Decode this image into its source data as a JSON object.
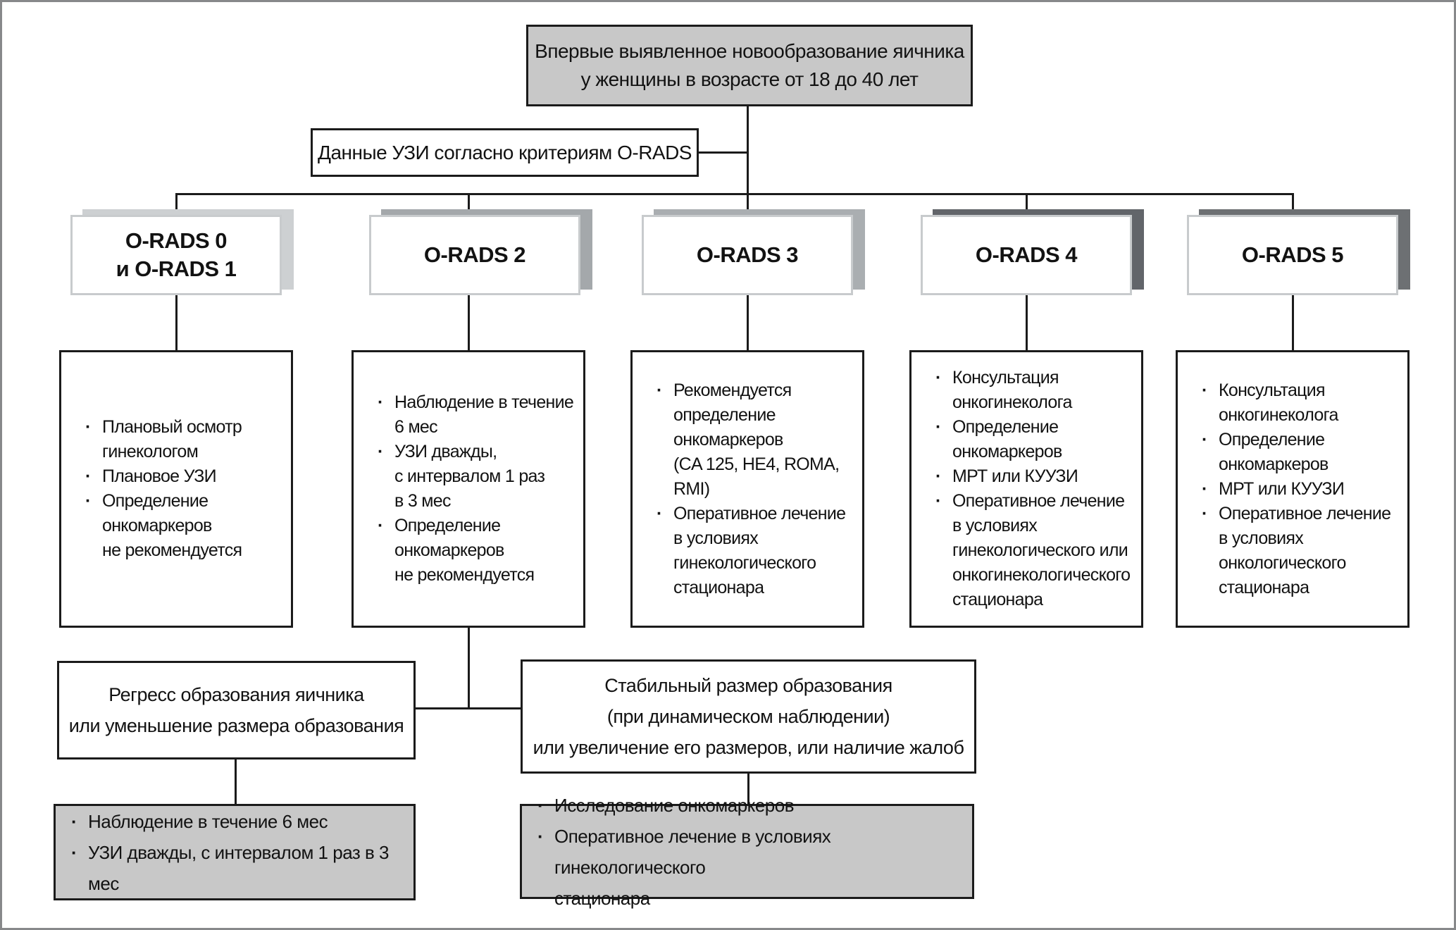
{
  "colors": {
    "box_gray_fill": "#c8c8c8",
    "line_black": "#1b1b1b",
    "header_border_gray": "#c8cbcd",
    "frame_gray": "#87888a"
  },
  "title_box": {
    "text": "Впервые выявленное новообразование яичника\nу женщины в возрасте от 18 до 40 лет"
  },
  "uzi_box": {
    "text": "Данные УЗИ согласно критериям O-RADS"
  },
  "columns": [
    {
      "header": "O-RADS 0\nи O-RADS 1",
      "shadow_color": "#cdd0d2",
      "items": [
        "Плановый осмотр\nгинекологом",
        "Плановое УЗИ",
        "Определение\nонкомаркеров\nне рекомендуется"
      ]
    },
    {
      "header": "O-RADS 2",
      "shadow_color": "#a4a8ab",
      "items": [
        "Наблюдение в течение\n6 мес",
        "УЗИ дважды,\nс интервалом 1 раз\nв 3 мес",
        "Определение\nонкомаркеров\nне рекомендуется"
      ]
    },
    {
      "header": "O-RADS 3",
      "shadow_color": "#aaaeb1",
      "items": [
        "Рекомендуется\nопределение\nонкомаркеров\n(CA 125, HE4, ROMA, RMI)",
        "Оперативное лечение\nв условиях\nгинекологического\nстационара"
      ]
    },
    {
      "header": "O-RADS 4",
      "shadow_color": "#62656a",
      "items": [
        "Консультация\nонкогинеколога",
        "Определение\nонкомаркеров",
        "МРТ или КУУЗИ",
        "Оперативное лечение\nв условиях\nгинекологического или\nонкогинекологического\nстационара"
      ]
    },
    {
      "header": "O-RADS 5",
      "shadow_color": "#6d7073",
      "items": [
        "Консультация\nонкогинеколога",
        "Определение\nонкомаркеров",
        "МРТ или КУУЗИ",
        "Оперативное лечение\nв условиях\nонкологического\nстационара"
      ]
    }
  ],
  "outcome_left": {
    "text": "Регресс образования яичника\nили уменьшение размера образования"
  },
  "outcome_right": {
    "text": "Стабильный размер образования\n(при динамическом наблюдении)\nили увеличение его размеров, или наличие жалоб"
  },
  "action_left": {
    "items": [
      "Наблюдение в течение 6 мес",
      "УЗИ дважды, с интервалом 1 раз в 3 мес"
    ]
  },
  "action_right": {
    "items": [
      "Исследование онкомаркеров",
      "Оперативное лечение в условиях гинекологического\nстационара"
    ]
  }
}
